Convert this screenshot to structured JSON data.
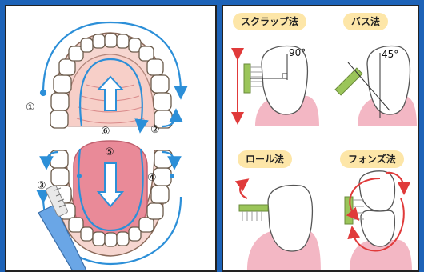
{
  "labels": {
    "step1": "①",
    "step2": "②",
    "step3": "③",
    "step4": "④",
    "step5": "⑤",
    "step6": "⑥"
  },
  "methods": [
    {
      "name": "スクラップ法",
      "angle": "90°"
    },
    {
      "name": "バス法",
      "angle": "45°"
    },
    {
      "name": "ロール法",
      "angle": ""
    },
    {
      "name": "フォンズ法",
      "angle": ""
    }
  ],
  "colors": {
    "border_blue": "#1d63b8",
    "arrow_blue": "#2c8fd8",
    "gum_pink": "#f3b7c4",
    "tongue_pink": "#e98a98",
    "brush_green": "#9bc55a",
    "arrow_red": "#e03a3a",
    "label_bg": "#fde6a8"
  }
}
